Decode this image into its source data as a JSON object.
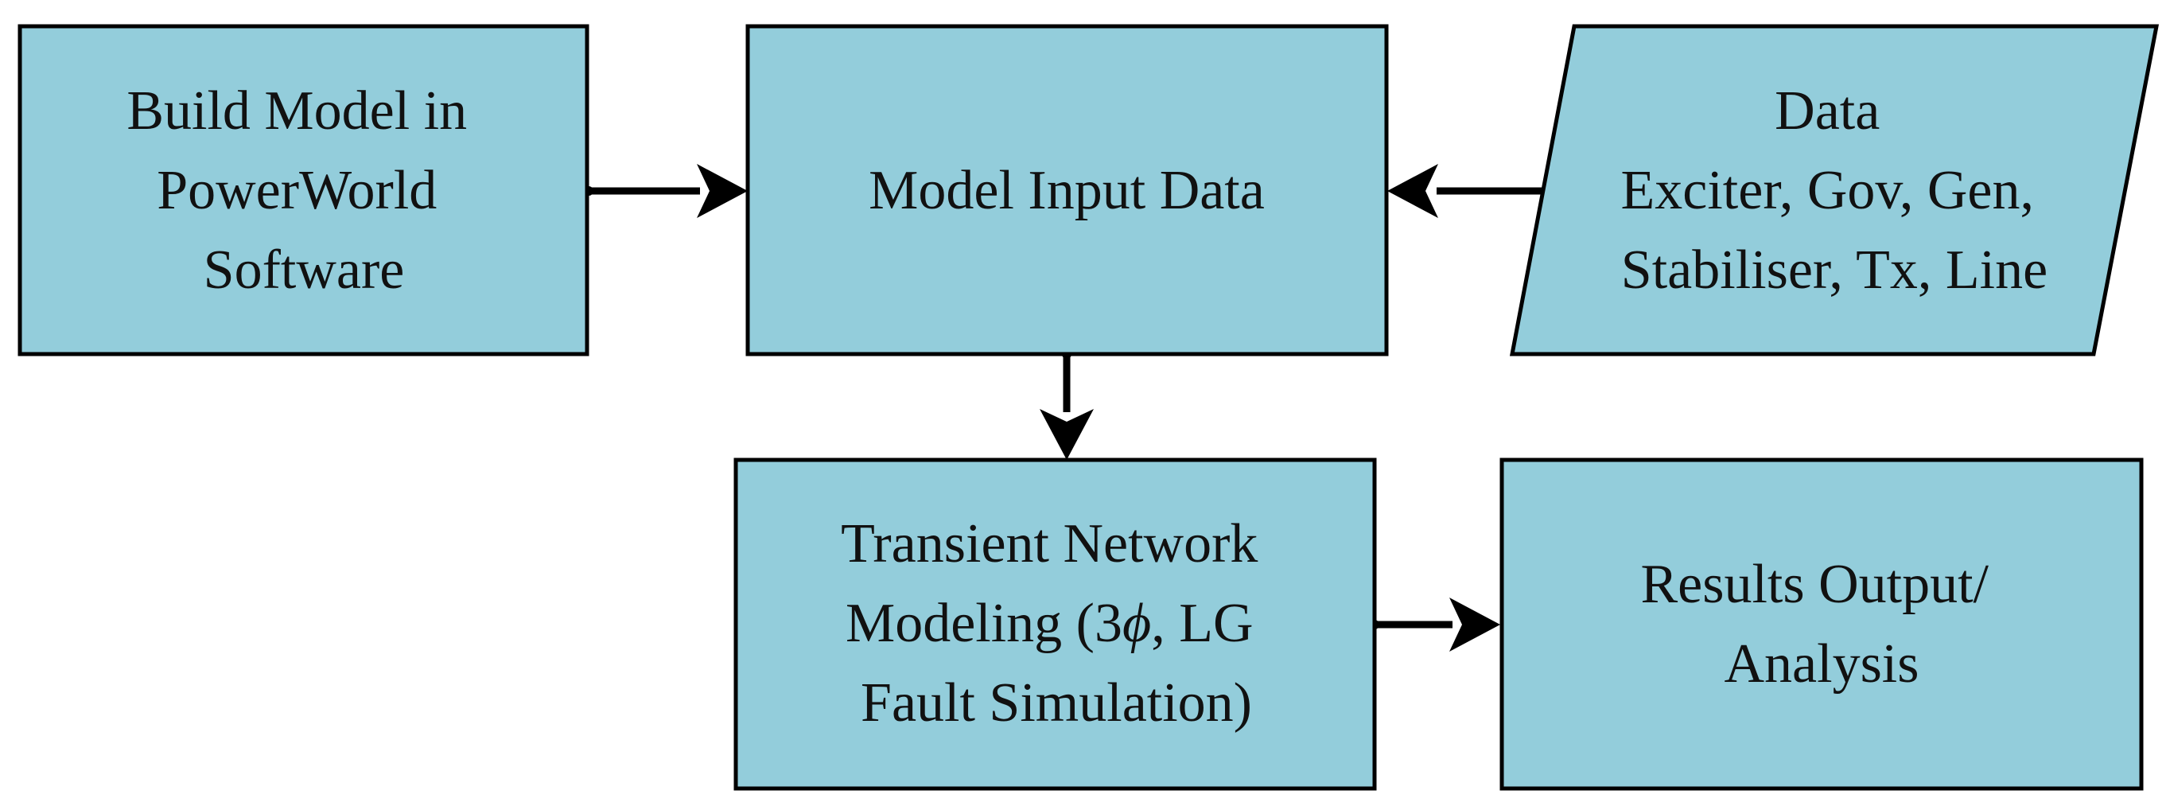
{
  "diagram": {
    "colors": {
      "box_fill": "#93CDDB",
      "stroke": "#000000",
      "text": "#111111"
    },
    "nodes": {
      "build_model": {
        "shape": "rectangle",
        "lines": [
          "Build Model in",
          "PowerWorld",
          "Software"
        ]
      },
      "model_input": {
        "shape": "rectangle",
        "lines": [
          "Model Input Data"
        ]
      },
      "data": {
        "shape": "parallelogram",
        "lines": [
          "Data",
          "Exciter, Gov, Gen,",
          "Stabiliser, Tx, Line"
        ]
      },
      "transient": {
        "shape": "rectangle",
        "line1": "Transient Network",
        "line2_before": "Modeling (3",
        "line2_symbol": "ϕ",
        "line2_after": ", LG",
        "line3": "Fault Simulation)"
      },
      "results": {
        "shape": "rectangle",
        "lines": [
          "Results Output/",
          "Analysis"
        ]
      }
    },
    "edges": [
      {
        "from": "build_model",
        "to": "model_input"
      },
      {
        "from": "data",
        "to": "model_input"
      },
      {
        "from": "model_input",
        "to": "transient"
      },
      {
        "from": "transient",
        "to": "results"
      }
    ]
  }
}
